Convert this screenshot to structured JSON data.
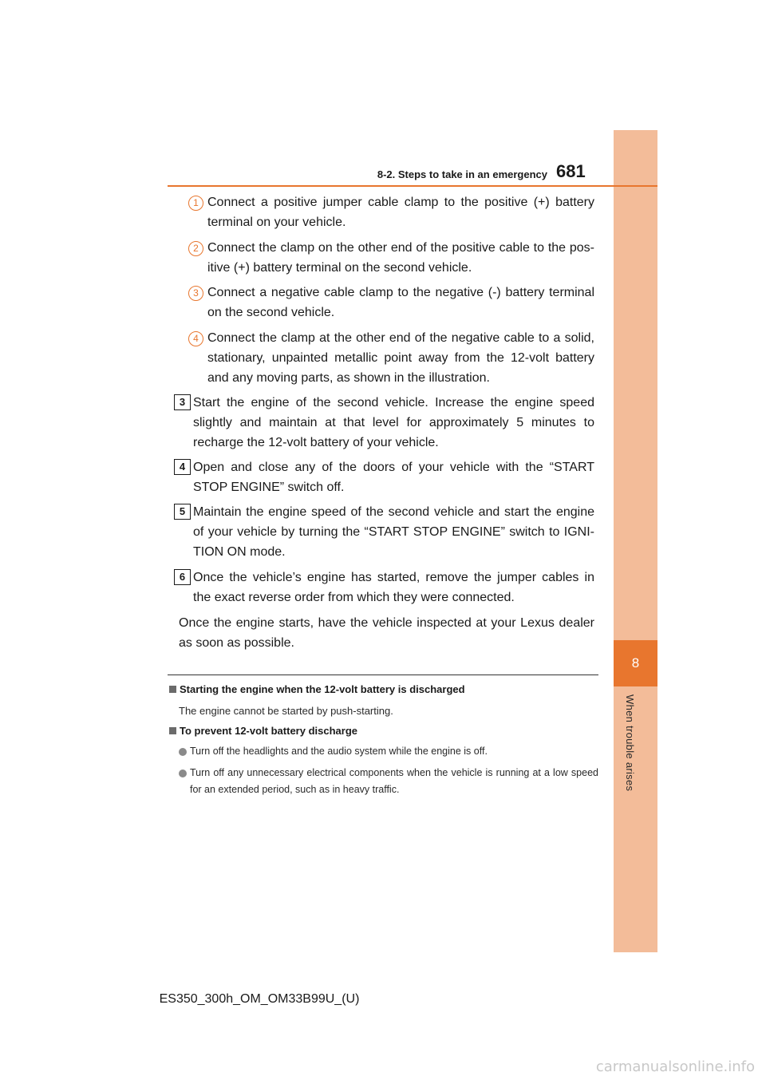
{
  "header": {
    "section_title": "8-2. Steps to take in an emergency",
    "page_number": "681"
  },
  "side_tab": {
    "chapter_number": "8",
    "chapter_label": "When trouble arises"
  },
  "substeps": [
    {
      "marker": "1",
      "text": "Connect a positive jumper cable clamp to the positive (+) battery terminal on your vehicle."
    },
    {
      "marker": "2",
      "text": "Connect the clamp on the other end of the positive cable to the pos-itive (+) battery terminal on the second vehicle."
    },
    {
      "marker": "3",
      "text": "Connect a negative cable clamp to the negative (-) battery terminal on the second vehicle."
    },
    {
      "marker": "4",
      "text": "Connect the clamp at the other end of the negative cable to a solid, stationary, unpainted metallic point away from the 12-volt battery and any moving parts, as shown in the illustration."
    }
  ],
  "steps": [
    {
      "marker": "3",
      "text": "Start the engine of the second vehicle. Increase the engine speed slightly and maintain at that level for approximately 5 minutes to recharge the 12-volt battery of your vehicle."
    },
    {
      "marker": "4",
      "text": "Open and close any of the doors of your vehicle with the “START STOP ENGINE” switch off."
    },
    {
      "marker": "5",
      "text": "Maintain the engine speed of the second vehicle and start the engine of your vehicle by turning the “START STOP ENGINE” switch to IGNI-TION ON mode."
    },
    {
      "marker": "6",
      "text": "Once the vehicle’s engine has started, remove the jumper cables in the exact reverse order from which they were connected."
    }
  ],
  "closing_paragraph": "Once the engine starts, have the vehicle inspected at your Lexus dealer as soon as possible.",
  "notes": [
    {
      "heading": "Starting the engine when the 12-volt battery is discharged",
      "text": "The engine cannot be started by push-starting."
    },
    {
      "heading": "To prevent 12-volt battery discharge",
      "bullets": [
        "Turn off the headlights and the audio system while the engine is off.",
        "Turn off any unnecessary electrical components when the vehicle is running at a low speed for an extended period, such as in heavy traffic."
      ]
    }
  ],
  "footer": "ES350_300h_OM_OM33B99U_(U)",
  "watermark": "carmanualsonline.info"
}
